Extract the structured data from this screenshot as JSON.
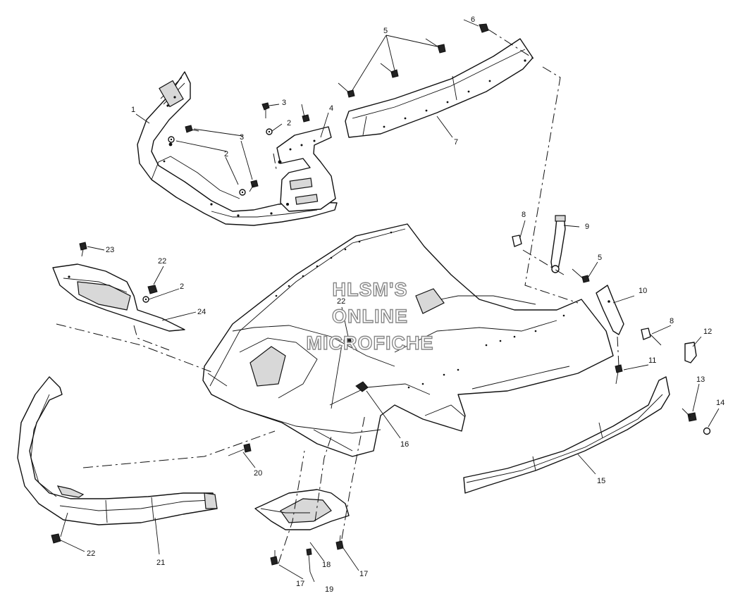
{
  "watermark": {
    "lines": [
      "HLSM'S",
      "ONLINE",
      "MICROFICHE"
    ]
  },
  "callouts": [
    {
      "id": "c1",
      "text": "1"
    },
    {
      "id": "c2a",
      "text": "2"
    },
    {
      "id": "c2b",
      "text": "2"
    },
    {
      "id": "c2c",
      "text": "2"
    },
    {
      "id": "c3a",
      "text": "3"
    },
    {
      "id": "c3b",
      "text": "3"
    },
    {
      "id": "c4",
      "text": "4"
    },
    {
      "id": "c5a",
      "text": "5"
    },
    {
      "id": "c5b",
      "text": "5"
    },
    {
      "id": "c6",
      "text": "6"
    },
    {
      "id": "c7",
      "text": "7"
    },
    {
      "id": "c8a",
      "text": "8"
    },
    {
      "id": "c8b",
      "text": "8"
    },
    {
      "id": "c9",
      "text": "9"
    },
    {
      "id": "c10",
      "text": "10"
    },
    {
      "id": "c11",
      "text": "11"
    },
    {
      "id": "c12",
      "text": "12"
    },
    {
      "id": "c13",
      "text": "13"
    },
    {
      "id": "c14",
      "text": "14"
    },
    {
      "id": "c15",
      "text": "15"
    },
    {
      "id": "c16",
      "text": "16"
    },
    {
      "id": "c17a",
      "text": "17"
    },
    {
      "id": "c17b",
      "text": "17"
    },
    {
      "id": "c18",
      "text": "18"
    },
    {
      "id": "c19",
      "text": "19"
    },
    {
      "id": "c20",
      "text": "20"
    },
    {
      "id": "c21",
      "text": "21"
    },
    {
      "id": "c22a",
      "text": "22"
    },
    {
      "id": "c22b",
      "text": "22"
    },
    {
      "id": "c22c",
      "text": "22"
    },
    {
      "id": "c23",
      "text": "23"
    },
    {
      "id": "c24",
      "text": "24"
    }
  ]
}
